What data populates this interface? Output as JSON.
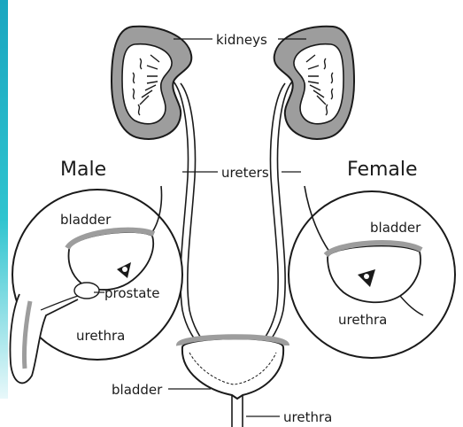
{
  "labels": {
    "kidneys": "kidneys",
    "ureters": "ureters",
    "bladder_center": "bladder",
    "urethra_center": "urethra",
    "male_title": "Male",
    "female_title": "Female",
    "male_bladder": "bladder",
    "male_prostate": "prostate",
    "male_urethra": "urethra",
    "female_bladder": "bladder",
    "female_urethra": "urethra"
  },
  "colors": {
    "accent": "#22b3c6",
    "organ_fill": "#9d9d9d",
    "outline": "#1a1a1a"
  }
}
